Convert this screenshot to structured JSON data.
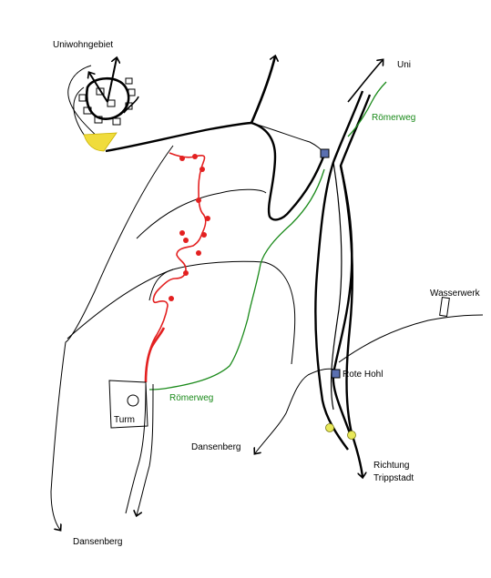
{
  "labels": {
    "residential_area": "Uniwohngebiet",
    "university": "Uni",
    "roman_road_north": "Römerweg",
    "roman_road_south": "Römerweg",
    "waterworks": "Wasserwerk",
    "stop_rote_hohl": "Rote Hohl",
    "tower": "Turm",
    "dansenberg_east": "Dansenberg",
    "dansenberg_southwest": "Dansenberg",
    "trippstadt_line1": "Richtung",
    "trippstadt_line2": "Trippstadt"
  },
  "colors": {
    "background": "#ffffff",
    "road": "#000000",
    "route": "#e32020",
    "roman_road": "#1a8a1a",
    "meeting_point": "#f0dc3c",
    "bus_stop_fill": "#5a6fb0",
    "station_marker": "#e8e85a"
  }
}
